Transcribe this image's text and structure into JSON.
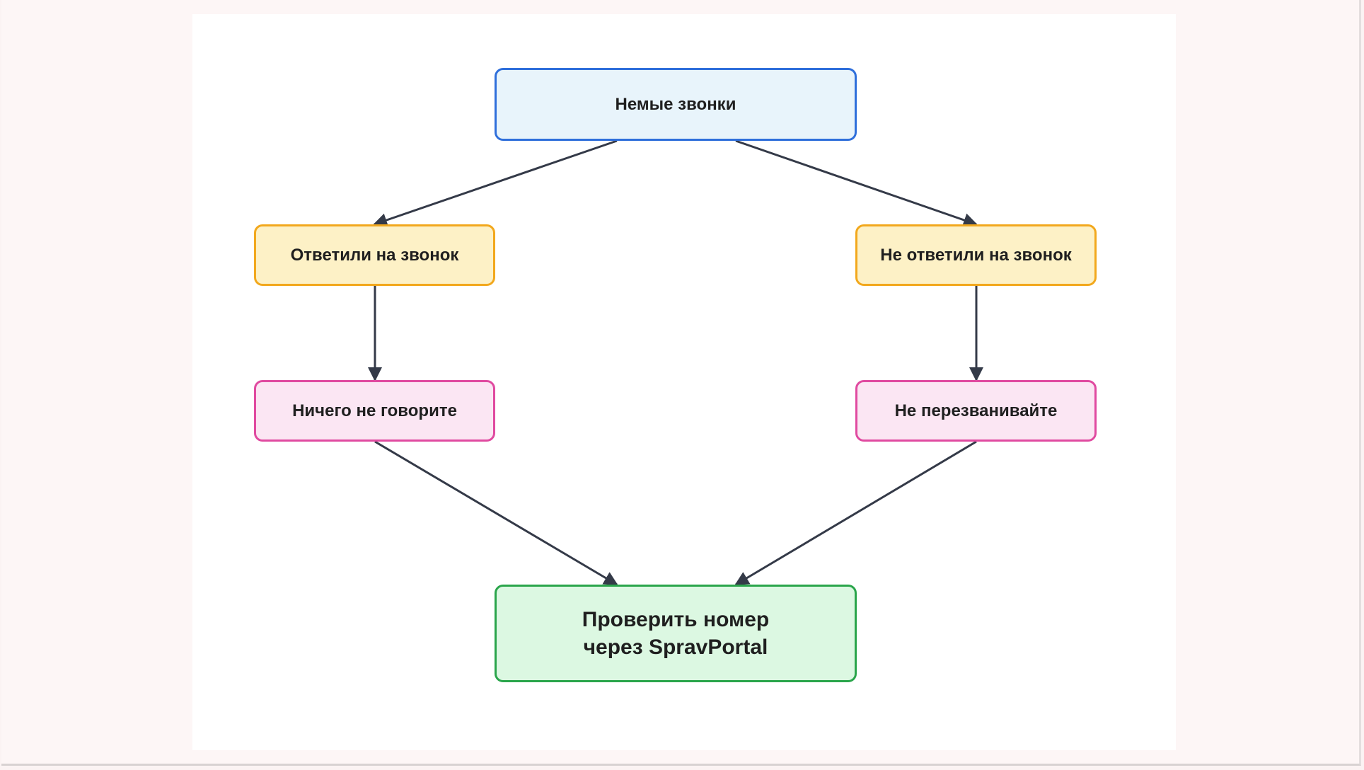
{
  "diagram": {
    "nodes": {
      "root": "Немые звонки",
      "answered": "Ответили на звонок",
      "not_answered": "Не ответили на звонок",
      "silent": "Ничего не говорите",
      "no_callback": "Не перезванивайте",
      "check": "Проверить номер через SpravPortal"
    },
    "edges": [
      {
        "from": "root",
        "to": "answered"
      },
      {
        "from": "root",
        "to": "not_answered"
      },
      {
        "from": "answered",
        "to": "silent"
      },
      {
        "from": "not_answered",
        "to": "no_callback"
      },
      {
        "from": "silent",
        "to": "check"
      },
      {
        "from": "no_callback",
        "to": "check"
      }
    ],
    "colors": {
      "edge": "#343a48",
      "root_border": "#2f6fdb",
      "root_fill": "#e8f4fb",
      "branch_border": "#f2a81d",
      "branch_fill": "#fdf1c6",
      "action_border": "#e04aa0",
      "action_fill": "#fbe6f3",
      "final_border": "#2aa54b",
      "final_fill": "#dcf8e2"
    }
  }
}
